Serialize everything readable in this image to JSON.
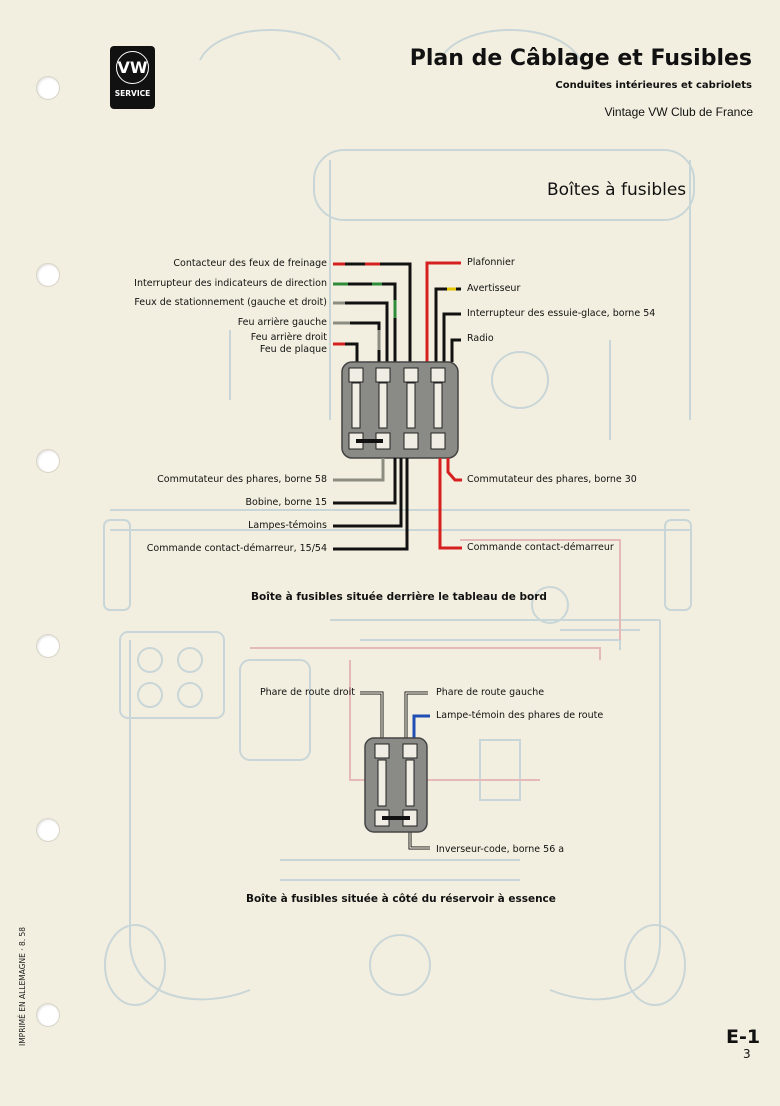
{
  "header": {
    "logo_text": "VW",
    "logo_label": "SERVICE",
    "title": "Plan de Câblage et Fusibles",
    "subtitle": "Conduites intérieures et cabriolets",
    "club": "Vintage VW Club de France",
    "section": "Boîtes à fusibles"
  },
  "box1": {
    "left_labels": [
      "Contacteur des feux de freinage",
      "Interrupteur des indicateurs de direction",
      "Feux de stationnement (gauche et droit)",
      "Feu arrière gauche",
      "Feu arrière droit",
      "Feu de plaque"
    ],
    "right_labels": [
      "Plafonnier",
      "Avertisseur",
      "Interrupteur des essuie-glace, borne 54",
      "Radio"
    ],
    "bottom_left_labels": [
      "Commutateur des phares, borne 58",
      "Bobine, borne 15",
      "Lampes-témoins",
      "Commande contact-démarreur, 15/54"
    ],
    "bottom_right_labels": [
      "Commutateur des phares, borne 30",
      "Commande contact-démarreur"
    ],
    "caption": "Boîte à fusibles située derrière le tableau de bord"
  },
  "box2": {
    "top_left_label": "Phare de route droit",
    "top_right_labels": [
      "Phare de route gauche",
      "Lampe-témoin des phares de route"
    ],
    "bottom_label": "Inverseur-code, borne 56 a",
    "caption": "Boîte à fusibles située à côté du réservoir à essence"
  },
  "footer": {
    "printed": "IMPRIMÉ EN ALLEMAGNE · 8. 58",
    "page_id": "E-1",
    "page_number": "3"
  },
  "colors": {
    "paper": "#f3efe0",
    "wire_red": "#d62020",
    "wire_black": "#111111",
    "wire_grey": "#8c8c80",
    "wire_green": "#2e8b3a",
    "wire_yellow": "#e5c400",
    "wire_blue": "#1f4fb5",
    "fuse_box": "#8a8a86",
    "ghost": "#c9d6d8"
  }
}
